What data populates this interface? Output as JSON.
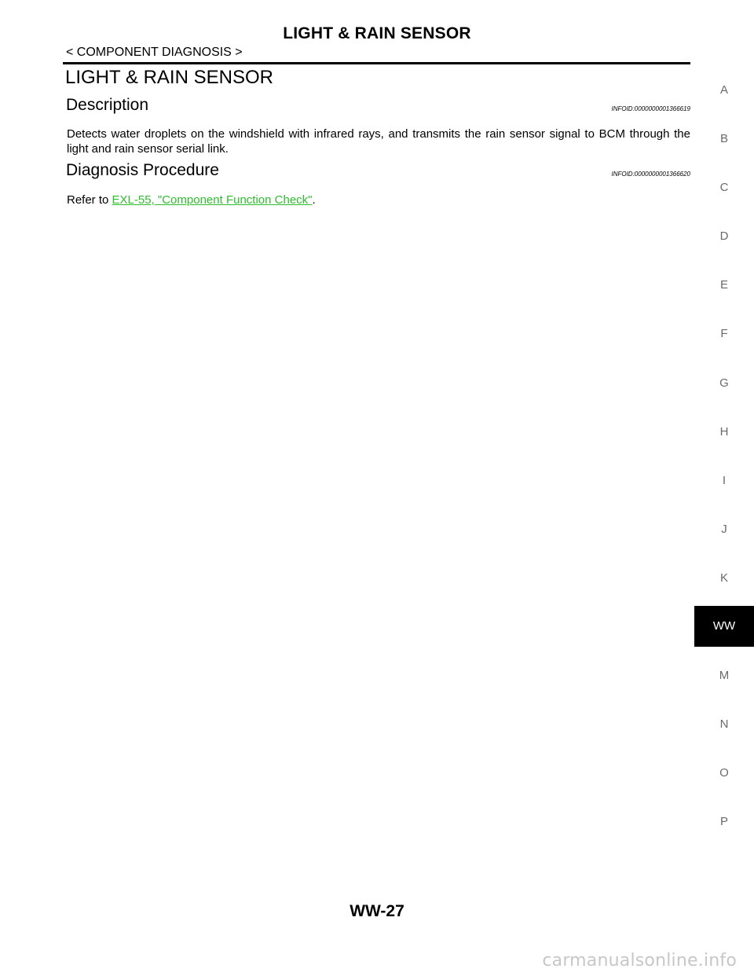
{
  "header": {
    "title": "LIGHT & RAIN SENSOR",
    "breadcrumb": "< COMPONENT DIAGNOSIS >"
  },
  "section": {
    "title": "LIGHT & RAIN SENSOR"
  },
  "description": {
    "heading": "Description",
    "infoid": "INFOID:0000000001366619",
    "body": "Detects water droplets on the windshield with infrared rays, and transmits the rain sensor signal to BCM through the light and rain sensor serial link."
  },
  "diagnosis": {
    "heading": "Diagnosis Procedure",
    "infoid": "INFOID:0000000001366620",
    "refer_prefix": "Refer to ",
    "refer_link": "EXL-55, \"Component Function Check\"",
    "refer_suffix": "."
  },
  "side_index": {
    "letters": [
      "A",
      "B",
      "C",
      "D",
      "E",
      "F",
      "G",
      "H",
      "I",
      "J",
      "K",
      "M",
      "N",
      "O",
      "P"
    ],
    "active_tab": "WW"
  },
  "footer": {
    "page_number": "WW-27",
    "watermark": "carmanualsonline.info"
  },
  "colors": {
    "link": "#2dbd2d",
    "side_letter": "#6a6a6a",
    "active_tab_bg": "#000000",
    "watermark": "#c7c7c7"
  }
}
